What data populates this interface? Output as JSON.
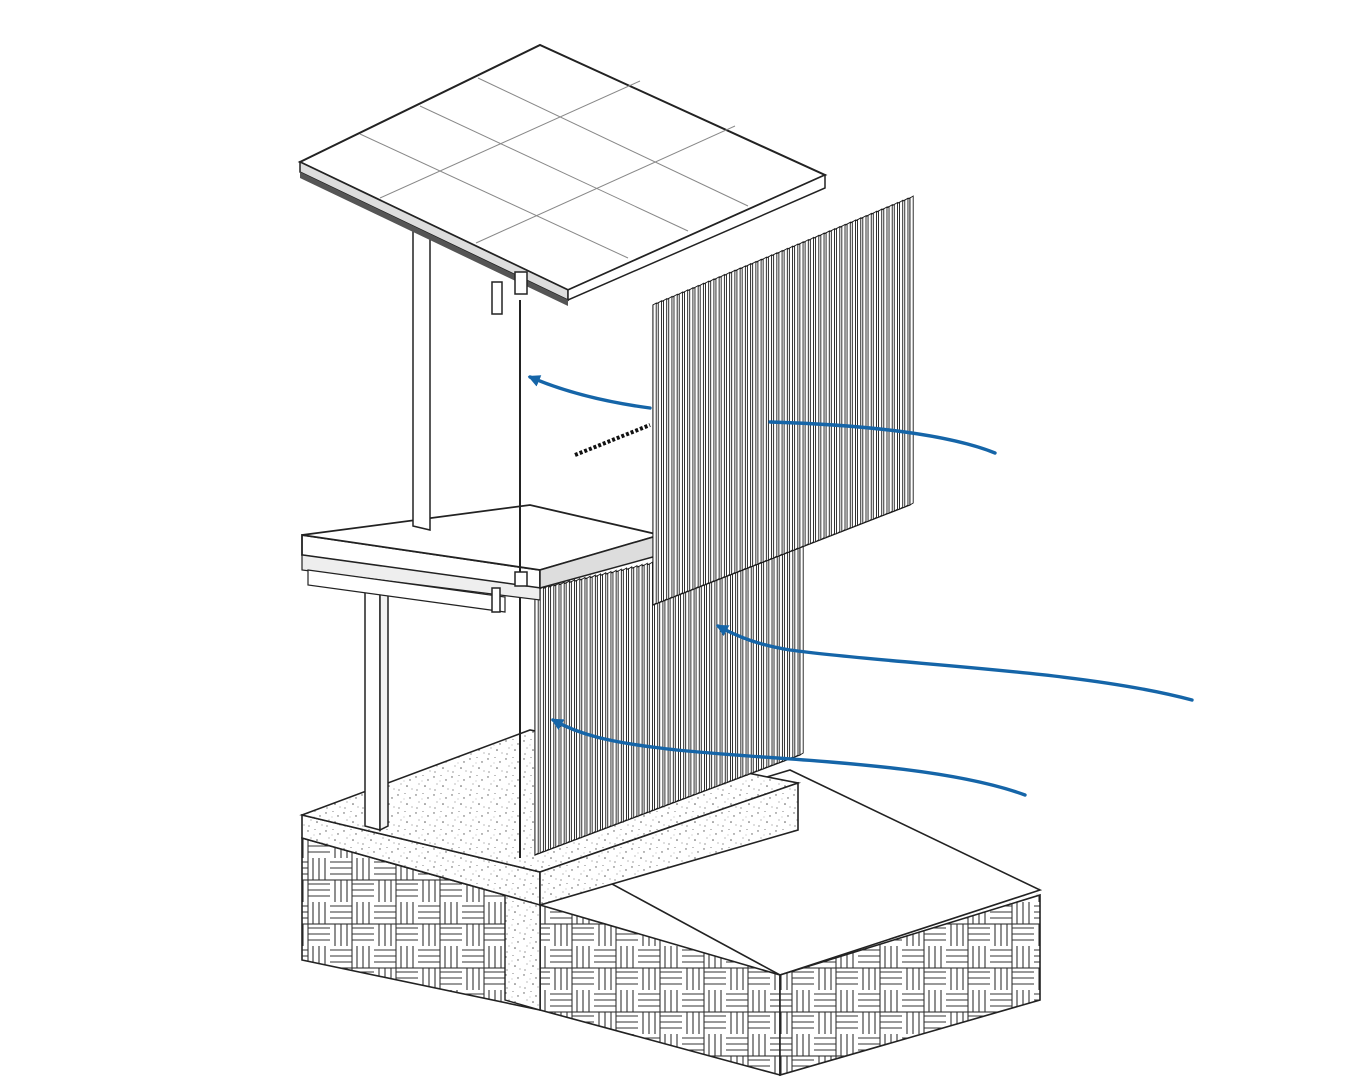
{
  "diagram": {
    "kind": "axonometric wall section with vertical fins",
    "colors": {
      "line": "#1a1a1a",
      "fill": "#ffffff",
      "arrow": "#1565a8",
      "hatch": "#333333"
    },
    "airflow_arrows": 4,
    "components": [
      "roof-slab",
      "upper-column",
      "floor-slab",
      "lower-column",
      "upper-fin-screen",
      "lower-fin-screen",
      "concrete-base",
      "masonry-foundation",
      "ground-plane",
      "wall-vent"
    ]
  }
}
